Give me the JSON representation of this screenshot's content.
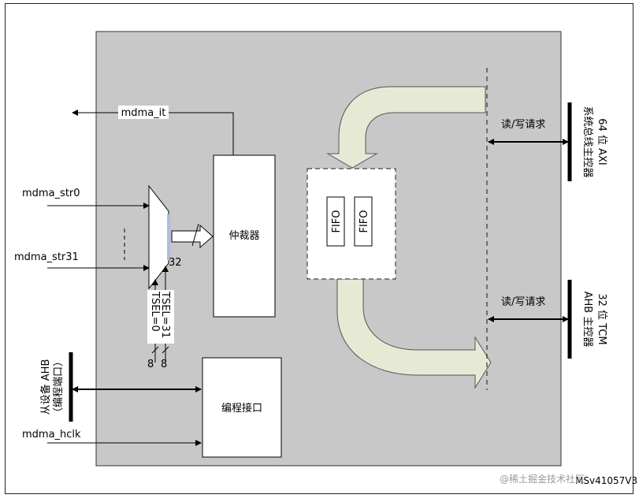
{
  "signals": {
    "it": "mdma_it",
    "str0": "mdma_str0",
    "str31": "mdma_str31",
    "hclk": "mdma_hclk"
  },
  "blocks": {
    "arbiter": "仲裁器",
    "prog_if": "编程接口",
    "fifo1": "FIFO",
    "fifo2": "FIFO"
  },
  "mux": {
    "width": "32",
    "tsel0": "TSEL=0",
    "tsel31": "TSEL=31",
    "bits_a": "8",
    "bits_b": "8"
  },
  "requests": {
    "axi": "读/写请求",
    "tcm": "读/写请求"
  },
  "buses": {
    "axi_line1": "64 位 AXI",
    "axi_line2": "系统总线主控器",
    "tcm_line1": "32 位 TCM",
    "tcm_line2": "AHB 主控器",
    "ahb_line1": "从设备 AHB",
    "ahb_line2": "（编程端口）"
  },
  "footer": {
    "code": "MSv41057V3",
    "watermark": "@稀土掘金技术社区"
  },
  "colors": {
    "panel": "#c8c8c8",
    "flow_arrow": "#e6ead4",
    "mux_edge": "#aabfe0"
  }
}
